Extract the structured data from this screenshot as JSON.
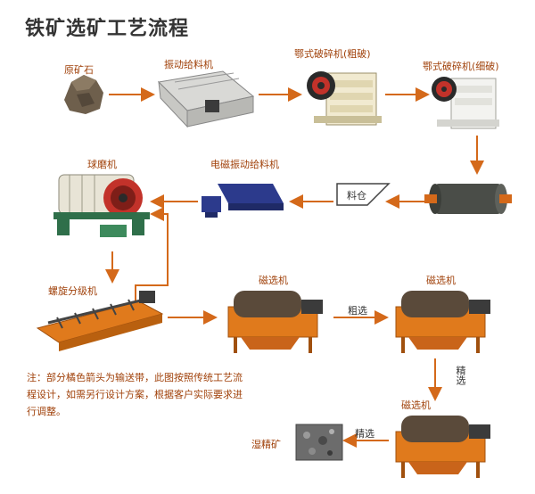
{
  "title": "铁矿选矿工艺流程",
  "nodes": {
    "raw_ore": "原矿石",
    "vibrating_feeder": "振动给料机",
    "jaw_coarse": "鄂式破碎机(粗破)",
    "jaw_fine": "鄂式破碎机(细破)",
    "ball_mill": "球磨机",
    "em_feeder": "电磁振动给料机",
    "bin": "料仓",
    "classifier": "螺旋分级机",
    "mag_sep_1": "磁选机",
    "mag_sep_2": "磁选机",
    "mag_sep_3": "磁选机",
    "wet_concentrate": "湿精矿"
  },
  "edges": {
    "rough": "粗选",
    "fine_v": "精选",
    "fine_h": "精选"
  },
  "note": "注：部分橘色箭头为输送带，此图按照传统工艺流程设计，如需另行设计方案，根据客户实际要求进行调整。",
  "colors": {
    "arrow": "#d4691a",
    "label": "#a0410a",
    "machine_orange": "#e07a1c",
    "drum_dark": "#5a4a3a"
  }
}
